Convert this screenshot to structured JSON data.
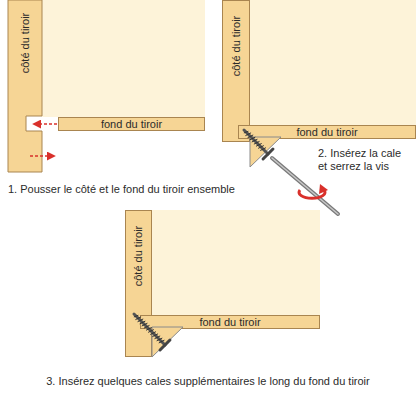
{
  "diagram": {
    "nodes": [
      {
        "text": [
          "côté du tiroir"
        ]
      },
      {
        "text": [
          "fond du tiroir"
        ]
      },
      {
        "text": [
          "côté du tiroir"
        ]
      },
      {
        "text": [
          "fond du tiroir"
        ]
      },
      {
        "text": [
          "côté du tiroir"
        ]
      },
      {
        "text": [
          "fond du tiroir"
        ]
      }
    ],
    "labels": [
      "1. Pousser le côté et le fond du tiroir ensemble",
      "2. Insérez la cale et serrez la vis",
      "3. Insérez quelques cales supplémentaires le long du fond du tiroir"
    ]
  }
}
